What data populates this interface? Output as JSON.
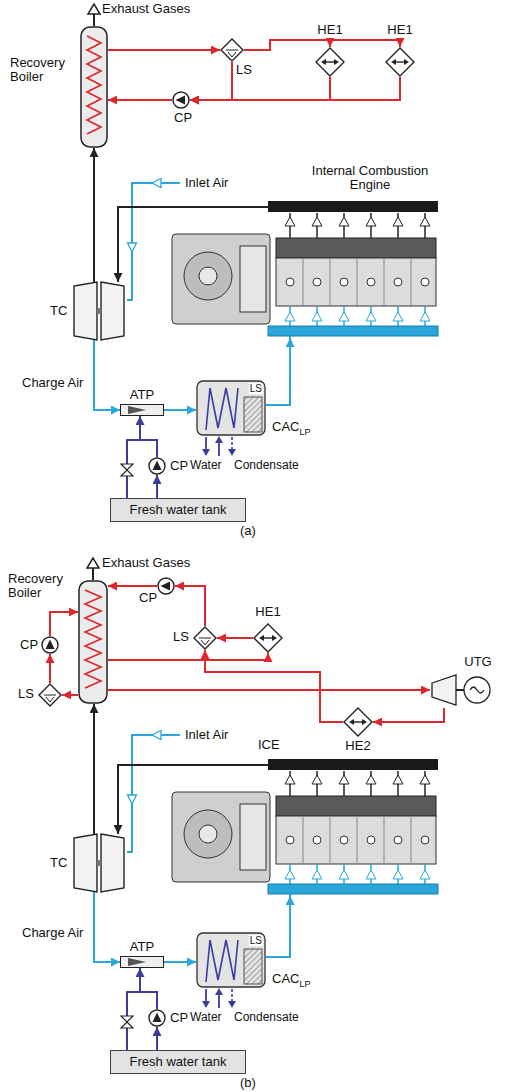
{
  "diagram": {
    "nodes": [
      {
        "text": [
          "Recovery Boiler"
        ]
      },
      {
        "text": [
          "LS"
        ]
      },
      {
        "text": [
          "HE1"
        ]
      },
      {
        "text": [
          "HE1"
        ]
      },
      {
        "text": [
          "CP"
        ]
      },
      {
        "text": [
          "Internal Combustion Engine"
        ]
      },
      {
        "text": [
          "TC"
        ]
      },
      {
        "text": [
          "ATP"
        ]
      },
      {
        "text": [
          "LS",
          "CAC",
          "LP"
        ]
      },
      {
        "text": [
          "CP"
        ]
      },
      {
        "text": [
          "Fresh water tank"
        ]
      },
      {
        "text": [
          "Recovery Boiler"
        ]
      },
      {
        "text": [
          "CP"
        ]
      },
      {
        "text": [
          "LS"
        ]
      },
      {
        "text": [
          "HE1"
        ]
      },
      {
        "text": [
          "UTG"
        ]
      },
      {
        "text": [
          "HE2"
        ]
      },
      {
        "text": [
          "CP"
        ]
      },
      {
        "text": [
          "LS"
        ]
      },
      {
        "text": [
          "ICE"
        ]
      },
      {
        "text": [
          "TC"
        ]
      },
      {
        "text": [
          "ATP"
        ]
      },
      {
        "text": [
          "LS",
          "CAC",
          "LP"
        ]
      },
      {
        "text": [
          "CP"
        ]
      },
      {
        "text": [
          "Fresh water tank"
        ]
      }
    ],
    "edges": [
      {
        "from": 0,
        "to": 1,
        "arrow": "to"
      },
      {
        "from": 1,
        "to": 2,
        "arrow": "to"
      },
      {
        "from": 1,
        "to": 3,
        "arrow": "to"
      },
      {
        "from": 2,
        "to": 4,
        "arrow": "to"
      },
      {
        "from": 3,
        "to": 4,
        "arrow": "to"
      },
      {
        "from": 1,
        "to": 4,
        "arrow": "to"
      },
      {
        "from": 4,
        "to": 0,
        "arrow": "to"
      },
      {
        "from": 5,
        "to": 6,
        "arrow": "to"
      },
      {
        "from": 6,
        "to": 0,
        "arrow": "to"
      },
      {
        "from": 6,
        "to": 7,
        "arrow": "to"
      },
      {
        "from": 7,
        "to": 8,
        "arrow": "to"
      },
      {
        "from": 8,
        "to": 5,
        "arrow": "to"
      },
      {
        "from": 10,
        "to": 9,
        "arrow": "to"
      },
      {
        "from": 9,
        "to": 7,
        "arrow": "to"
      },
      {
        "from": 12,
        "to": 11,
        "arrow": "to"
      },
      {
        "from": 13,
        "to": 12,
        "arrow": "to"
      },
      {
        "from": 14,
        "to": 13,
        "arrow": "to"
      },
      {
        "from": 11,
        "to": 14,
        "arrow": "to"
      },
      {
        "from": 11,
        "to": 15,
        "arrow": "to"
      },
      {
        "from": 15,
        "to": 16,
        "arrow": "to"
      },
      {
        "from": 16,
        "to": 13,
        "arrow": "to"
      },
      {
        "from": 11,
        "to": 18,
        "arrow": "to"
      },
      {
        "from": 18,
        "to": 17,
        "arrow": "to"
      },
      {
        "from": 17,
        "to": 11,
        "arrow": "to"
      },
      {
        "from": 19,
        "to": 20,
        "arrow": "to"
      },
      {
        "from": 20,
        "to": 11,
        "arrow": "to"
      },
      {
        "from": 20,
        "to": 21,
        "arrow": "to"
      },
      {
        "from": 21,
        "to": 22,
        "arrow": "to"
      },
      {
        "from": 22,
        "to": 19,
        "arrow": "to"
      },
      {
        "from": 24,
        "to": 23,
        "arrow": "to"
      },
      {
        "from": 23,
        "to": 21,
        "arrow": "to"
      }
    ],
    "labels": [
      "Exhaust Gases",
      "Inlet Air",
      "Charge Air",
      "Water",
      "Condensate",
      "(a)",
      "Exhaust Gases",
      "Inlet Air",
      "Charge Air",
      "Water",
      "Condensate",
      "(b)"
    ]
  }
}
